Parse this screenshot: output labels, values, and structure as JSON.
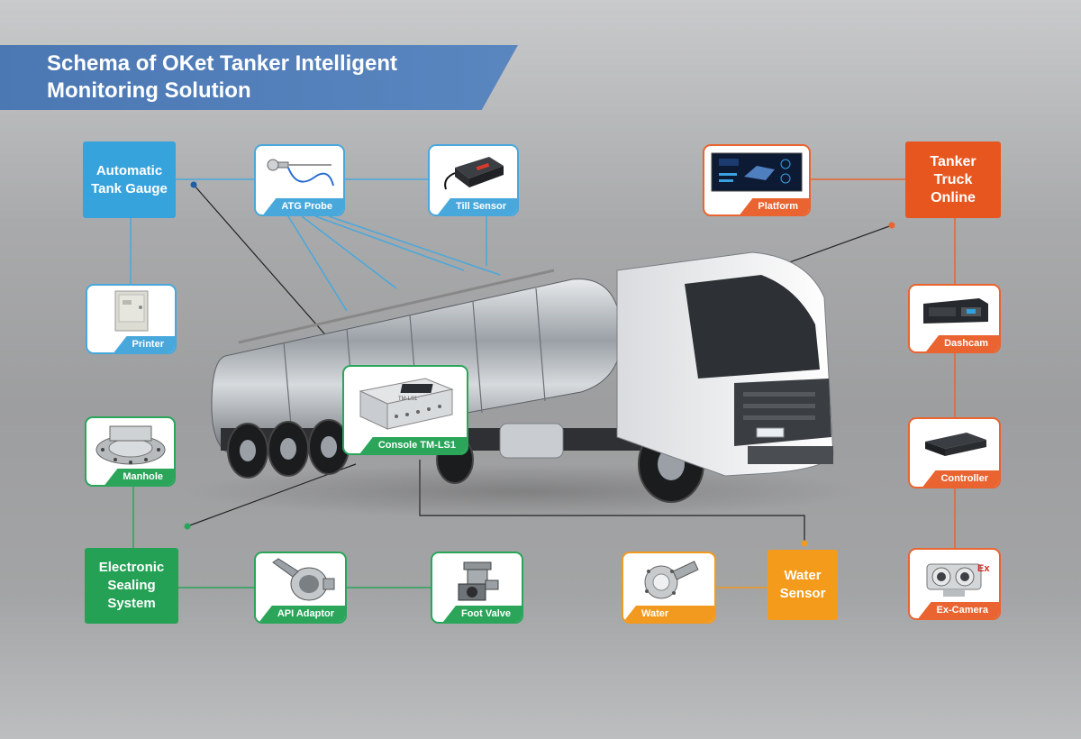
{
  "title": {
    "line1": "Schema of OKet Tanker Intelligent",
    "line2": "Monitoring Solution"
  },
  "colors": {
    "blue": "#48a8dc",
    "green": "#2aa55a",
    "orange": "#e96430",
    "amber": "#f29a1f",
    "banner": "#4b78b3"
  },
  "systems": {
    "atg": "Automatic Tank Gauge",
    "online": "Tanker Truck Online",
    "sealing": "Electronic Sealing System",
    "water": "Water Sensor"
  },
  "devices": {
    "atg_probe": "ATG Probe",
    "till_sensor": "Till Sensor",
    "printer": "Printer",
    "manhole": "Manhole",
    "api_adaptor": "API Adaptor",
    "foot_valve": "Foot Valve",
    "console": "Console TM-LS1",
    "platform": "Platform",
    "dashcam": "Dashcam",
    "controller": "Controller",
    "ex_camera": "Ex-Camera",
    "water_sensor": "Water Sensor"
  },
  "console_panel_text": "TM-LS1",
  "camera_badge": "Ex"
}
